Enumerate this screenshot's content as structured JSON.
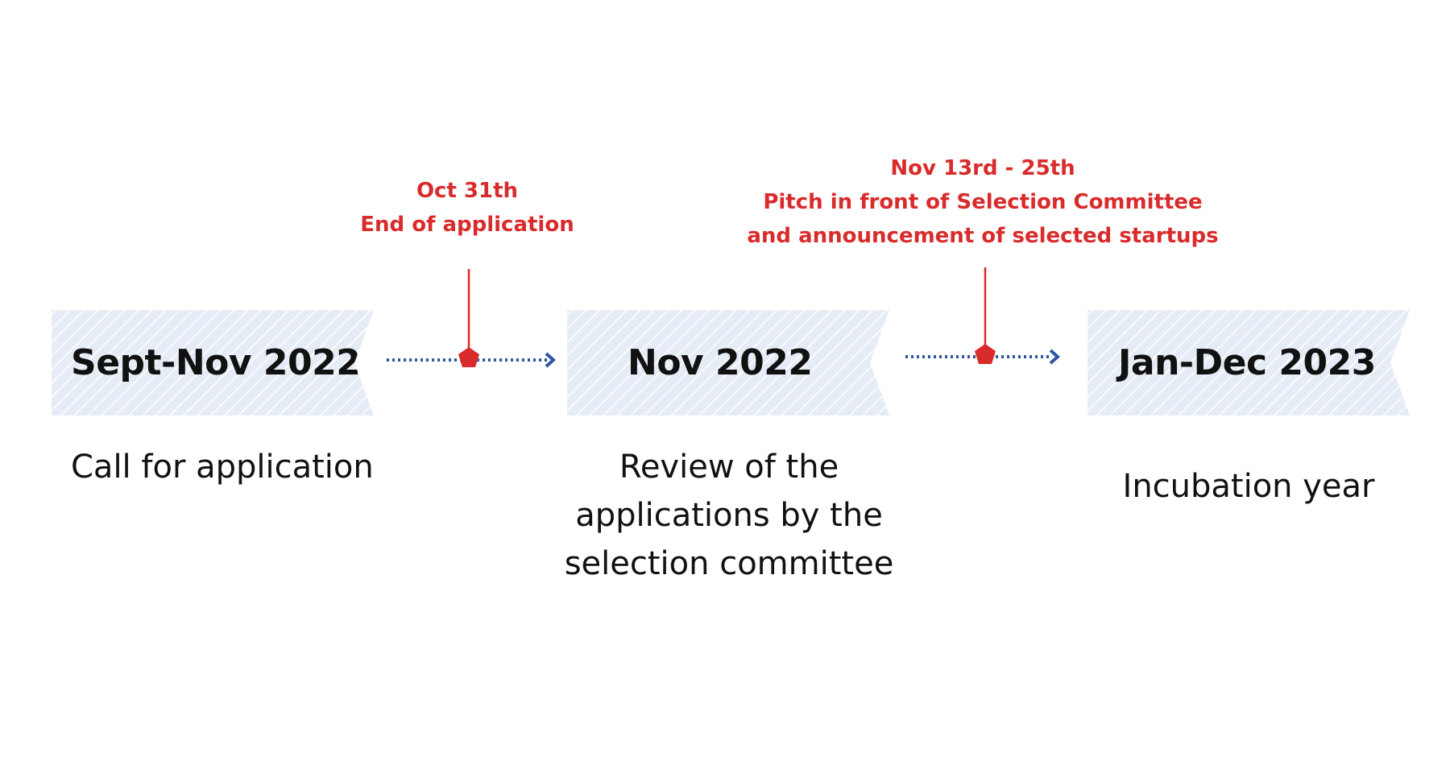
{
  "stages": [
    {
      "date": "Sept-Nov 2022",
      "description": [
        "Call for application"
      ]
    },
    {
      "date": "Nov 2022",
      "description": [
        "Review of the",
        "applications by the",
        "selection committee"
      ]
    },
    {
      "date": "Jan-Dec 2023",
      "description": [
        "Incubation year"
      ]
    }
  ],
  "milestones": [
    {
      "lines": [
        "Oct 31th",
        "End of application"
      ]
    },
    {
      "lines": [
        "Nov 13rd - 25th",
        "Pitch in front of Selection Committee",
        "and announcement of selected startups"
      ]
    }
  ],
  "colors": {
    "banner_fill": "#e6ecf6",
    "milestone_red": "#d92b2b",
    "arrow_blue": "#2f55a4",
    "text": "#111111"
  }
}
